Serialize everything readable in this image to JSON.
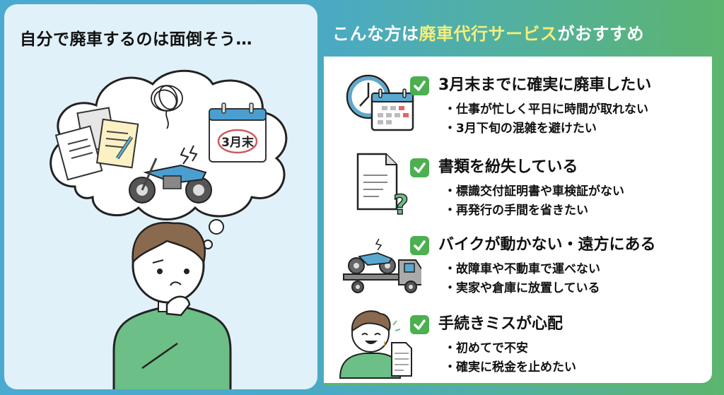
{
  "left": {
    "title": "自分で廃車するのは面倒そう…",
    "thought_calendar_label": "3月末"
  },
  "right": {
    "header_prefix": "こんな方は",
    "header_highlight": "廃車代行サービス",
    "header_suffix": "がおすすめ",
    "items": [
      {
        "icon": "clock-calendar-icon",
        "heading": "3月末までに確実に廃車したい",
        "bullets": [
          "仕事が忙しく平日に時間が取れない",
          "3月下旬の混雑を避けたい"
        ]
      },
      {
        "icon": "document-question-icon",
        "heading": "書類を紛失している",
        "bullets": [
          "標識交付証明書や車検証がない",
          "再発行の手間を省きたい"
        ]
      },
      {
        "icon": "tow-truck-motorcycle-icon",
        "heading": "バイクが動かない・遠方にある",
        "bullets": [
          "故障車や不動車で運べない",
          "実家や倉庫に放置している"
        ]
      },
      {
        "icon": "smiling-person-document-icon",
        "heading": "手続きミスが心配",
        "bullets": [
          "初めてで不安",
          "確実に税金を止めたい"
        ]
      }
    ]
  },
  "colors": {
    "frame_teal": "#4aaad0",
    "frame_green": "#5cb56e",
    "left_bg": "#e1f1f9",
    "highlight_yellow": "#f4ee7a",
    "check_green": "#4caf50",
    "shirt_green": "#6cbf86",
    "motorcycle_blue": "#4a9fd0"
  }
}
